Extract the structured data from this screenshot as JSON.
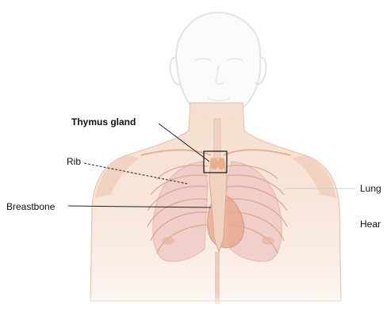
{
  "labels": {
    "thymus": "Thymus gland",
    "rib": "Rib",
    "breastbone": "Breastbone",
    "lung": "Lung",
    "heart": "Hear"
  },
  "colors": {
    "skin": "#f4d6c4",
    "skin_shadow": "#e8b89e",
    "head_outline": "#e4e4e4",
    "rib_line": "#d9a88a",
    "lung_fill": "#efc9c6",
    "heart_fill": "#e6a68c",
    "thymus_fill": "#e9b38e",
    "leader_line": "#222222"
  }
}
